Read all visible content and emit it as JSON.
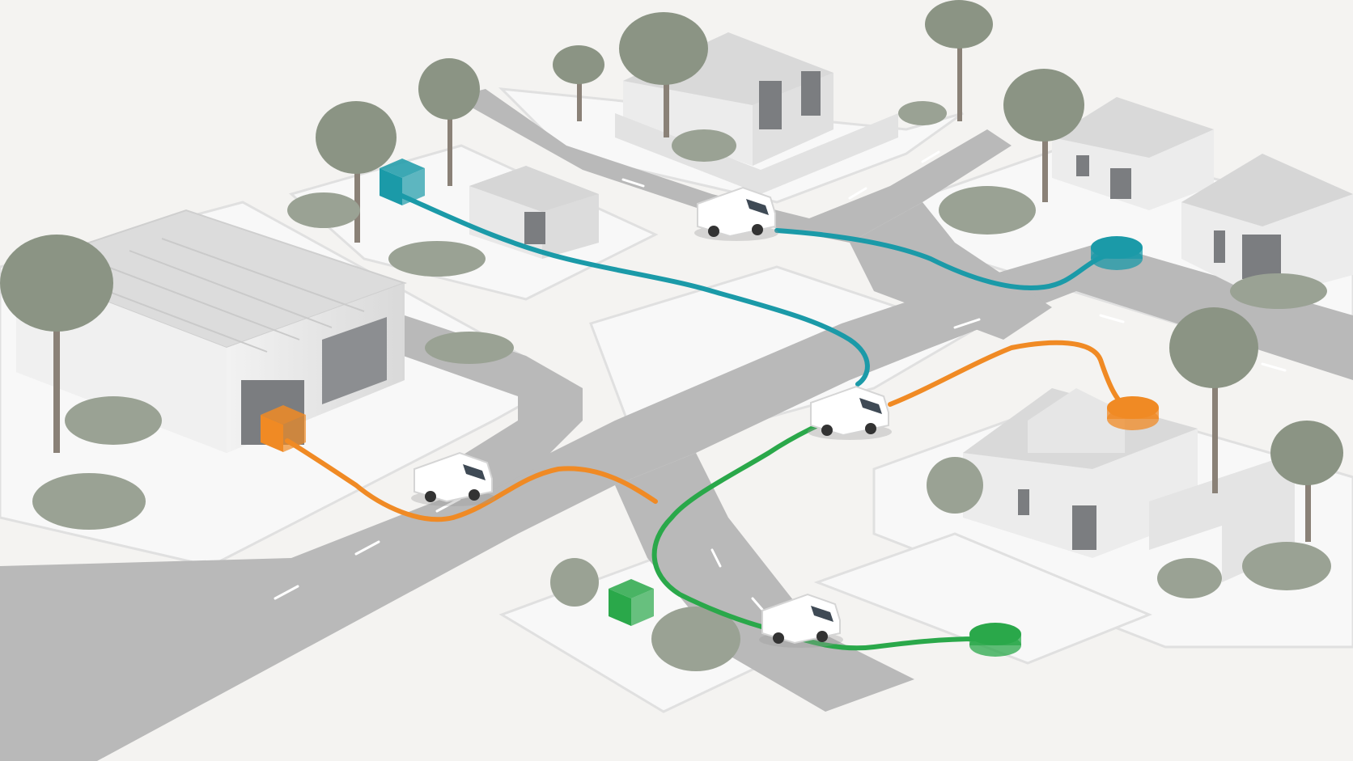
{
  "scene": {
    "type": "isometric-delivery-route-map",
    "colors": {
      "background": "#f4f3f1",
      "road": "#b9b9b9",
      "road_edge": "#a8a8a8",
      "lane_marking": "#ffffff",
      "curb": "#e9e9e9",
      "lot": "#f7f7f7",
      "building_light": "#ececec",
      "building_mid": "#dcdcdc",
      "building_dark": "#c9c9c9",
      "garage_door": "#7b7d80",
      "foliage": "#8b9484",
      "trunk": "#8a8177"
    },
    "routes": [
      {
        "id": "teal",
        "color": "#1b9aa8",
        "origin": "square-depot",
        "destination": "round-drop-point"
      },
      {
        "id": "orange",
        "color": "#f08a24",
        "origin": "square-depot",
        "destination": "round-drop-point"
      },
      {
        "id": "green",
        "color": "#2aa84a",
        "origin": "square-depot",
        "destination": "round-drop-point"
      }
    ],
    "vans": {
      "count": 4,
      "color": "#ffffff"
    },
    "buildings": [
      "warehouse",
      "garage-shed",
      "workshop",
      "house-north-east",
      "house-east",
      "house-south-east"
    ],
    "icons": [
      "delivery-van-icon",
      "depot-cube-icon",
      "drop-point-disc-icon",
      "tree-icon",
      "shrub-icon"
    ]
  }
}
